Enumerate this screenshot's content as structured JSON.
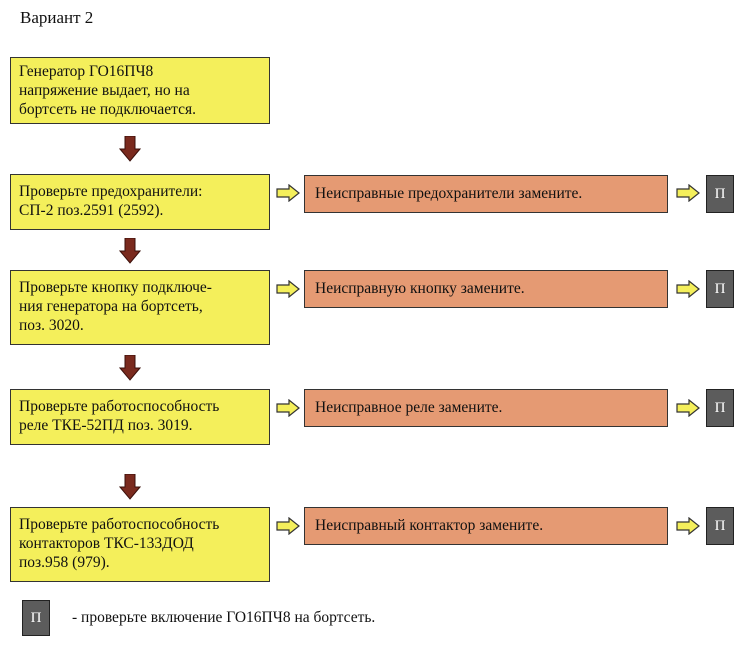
{
  "title": "Вариант 2",
  "start": {
    "lines": [
      "Генератор ГО16ПЧ8",
      "напряжение выдает, но на",
      "бортсеть не подключается."
    ]
  },
  "steps": [
    {
      "check": [
        "Проверьте предохранители:",
        "СП-2 поз.2591 (2592)."
      ],
      "action": "Неисправные предохранители замените.",
      "ref": "П"
    },
    {
      "check": [
        "Проверьте кнопку подключе-",
        "ния генератора на бортсеть,",
        "поз. 3020."
      ],
      "action": "Неисправную кнопку замените.",
      "ref": "П"
    },
    {
      "check": [
        "Проверьте работоспособность",
        "реле ТКЕ-52ПД поз. 3019."
      ],
      "action": "Неисправное реле замените.",
      "ref": "П"
    },
    {
      "check": [
        "Проверьте работоспособность",
        "контакторов ТКС-133ДОД",
        "поз.958 (979)."
      ],
      "action": "Неисправный контактор замените.",
      "ref": "П"
    }
  ],
  "legend": {
    "symbol": "П",
    "text": "- проверьте  включение ГО16ПЧ8 на бортсеть."
  },
  "colors": {
    "check_fill": "#f4ef5b",
    "action_fill": "#e59a73",
    "ref_fill": "#5c5c5c",
    "down_arrow": "#7a2a1e",
    "right_arrow_fill": "#f4ef5b"
  }
}
